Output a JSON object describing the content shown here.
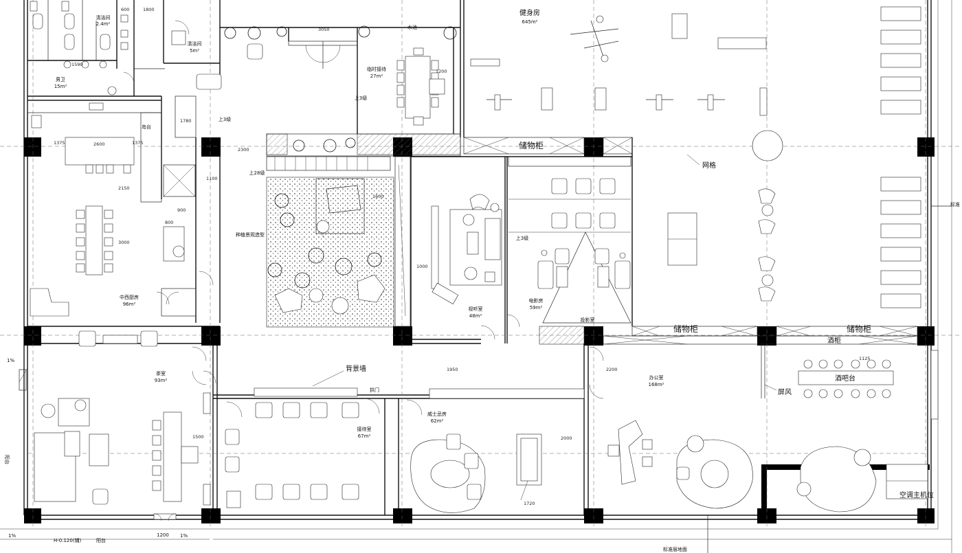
{
  "rooms": {
    "gym": {
      "name": "健身房",
      "area": "645m²"
    },
    "cleaning_room_1": {
      "name": "清洁间",
      "area": "2.4m²"
    },
    "cleaning_room_2": {
      "name": "清洁间",
      "area": "5m²"
    },
    "mens_wc": {
      "name": "男卫",
      "area": "15m²"
    },
    "temp_reception": {
      "name": "临时接待",
      "area": "27m²"
    },
    "kitchen": {
      "name": "中西厨房",
      "area": "96m²"
    },
    "tea_room": {
      "name": "茶室",
      "area": "93m²"
    },
    "reception": {
      "name": "接待室",
      "area": "67m²"
    },
    "whisky_room": {
      "name": "威士忌房",
      "area": "62m²"
    },
    "av_room": {
      "name": "视听室",
      "area": "48m²"
    },
    "cinema": {
      "name": "电影房",
      "area": "59m²"
    },
    "office": {
      "name": "办公室",
      "area": "168m²"
    }
  },
  "labels": {
    "storage1": "储物柜",
    "storage2": "储物柜",
    "storage3": "储物柜",
    "grid": "网格",
    "wine_cabinet": "酒柜",
    "bar": "酒吧台",
    "screen": "屏风",
    "ac_position": "空调主机位",
    "feature_wall": "背景墙",
    "projection_room": "投影室",
    "pool": "水池",
    "island": "岛台",
    "up_steps_3a": "上3级",
    "up_steps_3b": "上3级",
    "up_steps_3c": "上3级",
    "up_steps_28": "上28级",
    "arch_door": "拱门",
    "slope_1": "1%",
    "slope_2": "1%",
    "slope_3": "1%",
    "balcony_left": "阳台",
    "balcony_bottom": "阳台",
    "elevation": "H-0.120(铺)",
    "dim_1200_bottom": "1200",
    "bottom_right_note": "标准层地面",
    "right_edge_note": "标准",
    "garden_note": "种植景观造型"
  },
  "dimensions": {
    "d600": "600",
    "d1800": "1800",
    "d3050": "3050",
    "d1200": "1200",
    "d1375a": "1375",
    "d2600": "2600",
    "d1375b": "1375",
    "d2300": "2300",
    "d1100": "1100",
    "d1600": "1600",
    "d3000": "3000",
    "d800": "800",
    "d900": "900",
    "d1000": "1000",
    "d2150": "2150",
    "d1500": "1500",
    "d1950": "1950",
    "d2200": "2200",
    "d2000": "2000",
    "d1720": "1720",
    "d1125": "1125",
    "d1780": "1780",
    "d1590": "1590"
  },
  "colors": {
    "line": "#111111",
    "fill": "#ffffff",
    "column": "#000000"
  }
}
